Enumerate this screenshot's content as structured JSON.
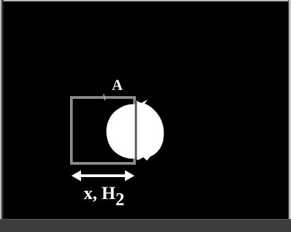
{
  "diagram": {
    "point_label": "A",
    "measure_label": "x, H",
    "measure_subscript": "2"
  },
  "colors": {
    "background": "#000000",
    "box_stroke": "#8a8a8a",
    "blob": "#ffffff",
    "arrow": "#ffffff",
    "bottom_bar": "#3d3d3d"
  }
}
